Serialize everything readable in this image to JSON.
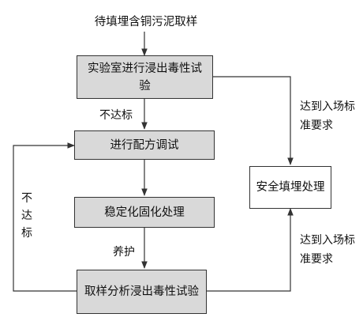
{
  "start_label": "待填埋含铜污泥取样",
  "boxes": {
    "leach_test": "实验室进行浸出毒性试验",
    "formula_test": "进行配方调试",
    "stabilize": "稳定化固化处理",
    "sample_test": "取样分析浸出毒性试验",
    "landfill": "安全填埋处理"
  },
  "edge_labels": {
    "fail_1": "不达标",
    "fail_2": "不达标",
    "pass_1": "达到入场标准要求",
    "pass_2": "达到入场标准要求",
    "curing": "养护"
  }
}
